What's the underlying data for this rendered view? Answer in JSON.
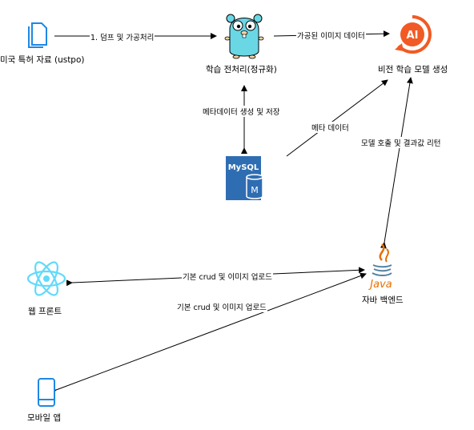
{
  "nodes": {
    "patent": {
      "label": "미국 특허 자료 (ustpo)",
      "icon": "document-icon"
    },
    "preprocess": {
      "label": "학습 전처리(정규화)",
      "icon": "go-gopher-icon"
    },
    "vision": {
      "label": "비전 학습 모델 생성",
      "icon": "ai-icon",
      "icon_text": "AI"
    },
    "mysql": {
      "label": "",
      "icon": "mysql-icon",
      "icon_text": "MySQL",
      "badge": "M"
    },
    "java": {
      "label": "자바 백엔드",
      "icon": "java-icon",
      "icon_text": "Java"
    },
    "web": {
      "label": "웹 프론트",
      "icon": "react-icon"
    },
    "mobile": {
      "label": "모바일 앱",
      "icon": "mobile-phone-icon"
    }
  },
  "edges": {
    "dump": "1. 덤프 및 가공처리",
    "processed_images": "가공된 이미지 데이터",
    "metadata_save": "메타데이터 생성 및 저장",
    "metadata": "메타 데이터",
    "model_call": "모델 호출 및 결과값 리턴",
    "web_crud": "기본 crud 및 이미지 업로드",
    "mobile_crud": "기본 crud 및 이미지 업로드"
  },
  "colors": {
    "doc_blue": "#1e88e5",
    "gopher": "#6ad7e5",
    "ai_orange": "#f15a24",
    "mysql_blue": "#2f6db3",
    "java_red": "#e76f00",
    "java_blue": "#5382a1",
    "react": "#61dafb",
    "mobile_blue": "#1e88e5"
  }
}
